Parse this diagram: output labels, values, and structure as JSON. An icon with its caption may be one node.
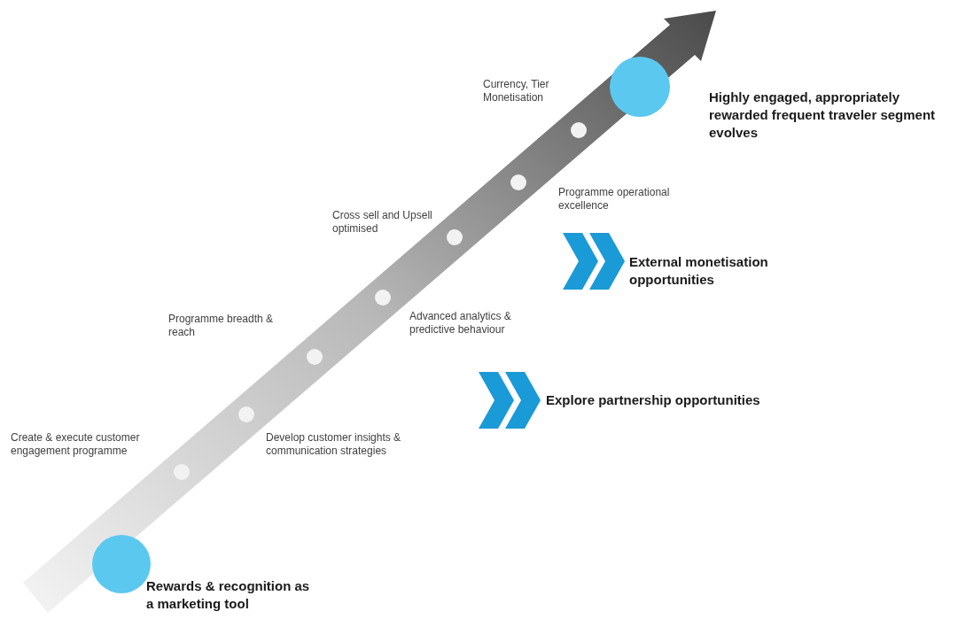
{
  "diagram": {
    "nodes": [
      {
        "text": [],
        "shape": "circle",
        "beside": [
          "Rewards & recognition as a marketing tool"
        ]
      },
      {
        "text": [],
        "shape": "circle",
        "beside": [
          "Create & execute customer engagement programme"
        ]
      },
      {
        "text": [],
        "shape": "circle",
        "beside": [
          "Develop customer insights & communication strategies"
        ]
      },
      {
        "text": [],
        "shape": "circle",
        "beside": [
          "Programme breadth & reach"
        ]
      },
      {
        "text": [],
        "shape": "circle",
        "beside": [
          "Advanced analytics & predictive behaviour"
        ]
      },
      {
        "text": [],
        "shape": "circle",
        "beside": [
          "Cross sell and Upsell optimised"
        ]
      },
      {
        "text": [],
        "shape": "circle",
        "beside": [
          "Programme operational excellence"
        ]
      },
      {
        "text": [],
        "shape": "circle",
        "beside": [
          "Currency, Tier Monetisation"
        ]
      },
      {
        "text": [],
        "shape": "circle",
        "beside": [
          "Highly engaged, appropriately rewarded frequent traveler segment evolves"
        ]
      }
    ],
    "labels": [
      "External monetisation opportunities",
      "Explore partnership opportunities"
    ]
  }
}
